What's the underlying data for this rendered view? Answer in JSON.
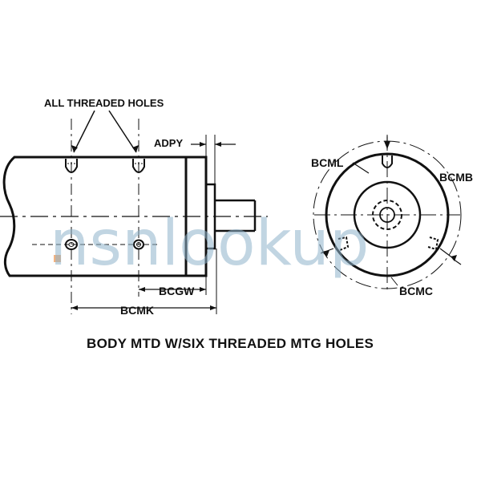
{
  "labels": {
    "all_threaded_holes": "ALL THREADED HOLES",
    "adpy": "ADPY",
    "bcml": "BCML",
    "bcmb": "BCMB",
    "bcgw": "BCGW",
    "bcmk": "BCMK",
    "bcmc": "BCMC",
    "caption": "BODY MTD W/SIX THREADED MTG HOLES"
  },
  "watermark": {
    "text": "nsnlookup"
  },
  "colors": {
    "line": "#111111",
    "watermark": "#8fb3cc",
    "watermark_dot": "#f0a060"
  }
}
